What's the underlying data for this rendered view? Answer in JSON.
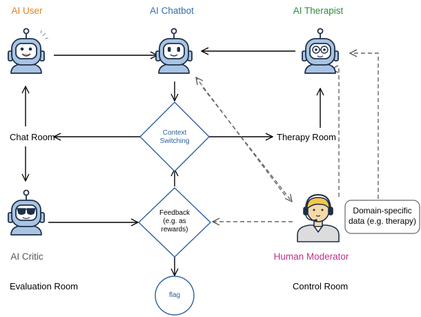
{
  "colors": {
    "ai_user": "#e67e22",
    "ai_chatbot": "#2f6db5",
    "ai_therapist": "#2e8b3a",
    "ai_critic": "#555555",
    "human_moderator": "#c0308a",
    "diamond_stroke": "#2a5d9f",
    "robot_fill": "#a9c4e2",
    "robot_stroke": "#1d2f4a",
    "human_skin": "#f6d9a8",
    "human_hair": "#f3c64b"
  },
  "icons": {
    "ai_user": "smiling-robot-icon",
    "ai_chatbot": "robot-icon",
    "ai_therapist": "robot-with-glasses-icon",
    "ai_critic": "robot-with-sunglasses-icon",
    "human_moderator": "person-with-headset-icon"
  },
  "labels": {
    "ai_user": "AI User",
    "ai_chatbot": "AI Chatbot",
    "ai_therapist": "AI Therapist",
    "ai_critic": "AI Critic",
    "human_moderator": "Human Moderator",
    "chat_room": "Chat Room",
    "therapy_room": "Therapy Room",
    "evaluation_room": "Evaluation Room",
    "control_room": "Control Room",
    "context_switching_1": "Context",
    "context_switching_2": "Switching",
    "feedback_1": "Feedback",
    "feedback_2": "(e.g. as",
    "feedback_3": "rewards)",
    "flag": "flag",
    "domain_data_1": "Domain-specific",
    "domain_data_2": "data (e.g. therapy)"
  }
}
